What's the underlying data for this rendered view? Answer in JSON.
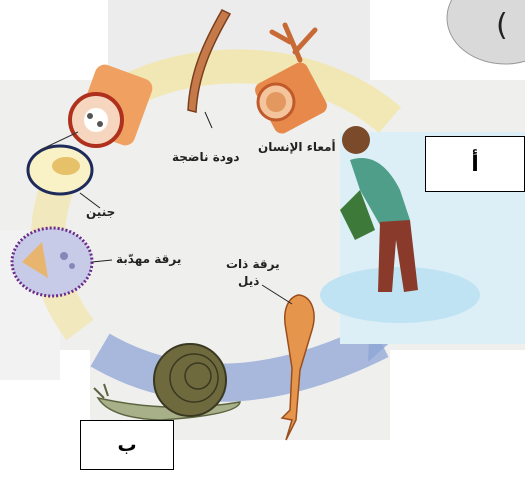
{
  "labels": {
    "mature_worm": "دودة ناضجة",
    "human_intestine": "أمعاء الإنسان",
    "embryo": "جنين",
    "ciliated_larva": "يرقة مهدّبة",
    "tailed_larva_line1": "يرقة ذات",
    "tailed_larva_line2": "ذيل"
  },
  "boxes": {
    "a": "أ",
    "b": "ب"
  },
  "corner_mark": ")",
  "colors": {
    "cycle_arrow": "#f3e6a8",
    "lower_arrow": "#8fa6d6",
    "snail_shell": "#6e6a3e",
    "worm": "#d7873f",
    "water": "#bfe3f2",
    "shirt": "#4f9e8a"
  }
}
